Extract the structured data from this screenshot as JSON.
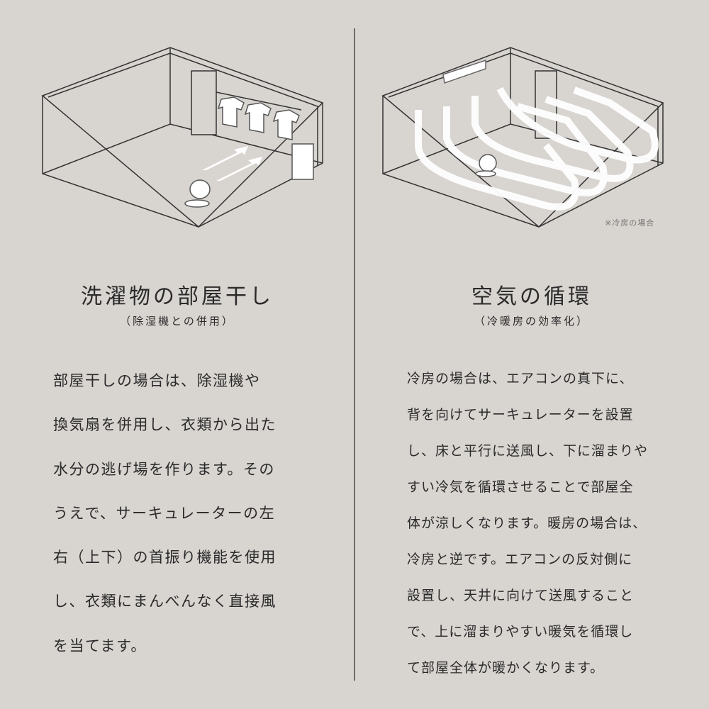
{
  "left": {
    "title": "洗濯物の部屋干し",
    "subtitle": "（除湿機との併用）",
    "body_lines": [
      "部屋干しの場合は、除湿機や",
      "換気扇を併用し、衣類から出た",
      "水分の逃げ場を作ります。その",
      "うえで、サーキュレーターの左",
      "右（上下）の首振り機能を使用",
      "し、衣類にまんべんなく直接風",
      "を当てます。"
    ]
  },
  "right": {
    "title": "空気の循環",
    "subtitle": "（冷暖房の効率化）",
    "note": "※冷房の場合",
    "body_lines": [
      "冷房の場合は、エアコンの真下に、",
      "背を向けてサーキュレーターを設置",
      "し、床と平行に送風し、下に溜まりや",
      "すい冷気を循環させることで部屋全",
      "体が涼しくなります。暖房の場合は、",
      "冷房と逆です。エアコンの反対側に",
      "設置し、天井に向けて送風すること",
      "で、上に溜まりやすい暖気を循環し",
      "て部屋全体が暖かくなります。"
    ]
  },
  "colors": {
    "background": "#d8d4d0",
    "line": "#3a3a3a",
    "illustration_white": "#ffffff"
  }
}
